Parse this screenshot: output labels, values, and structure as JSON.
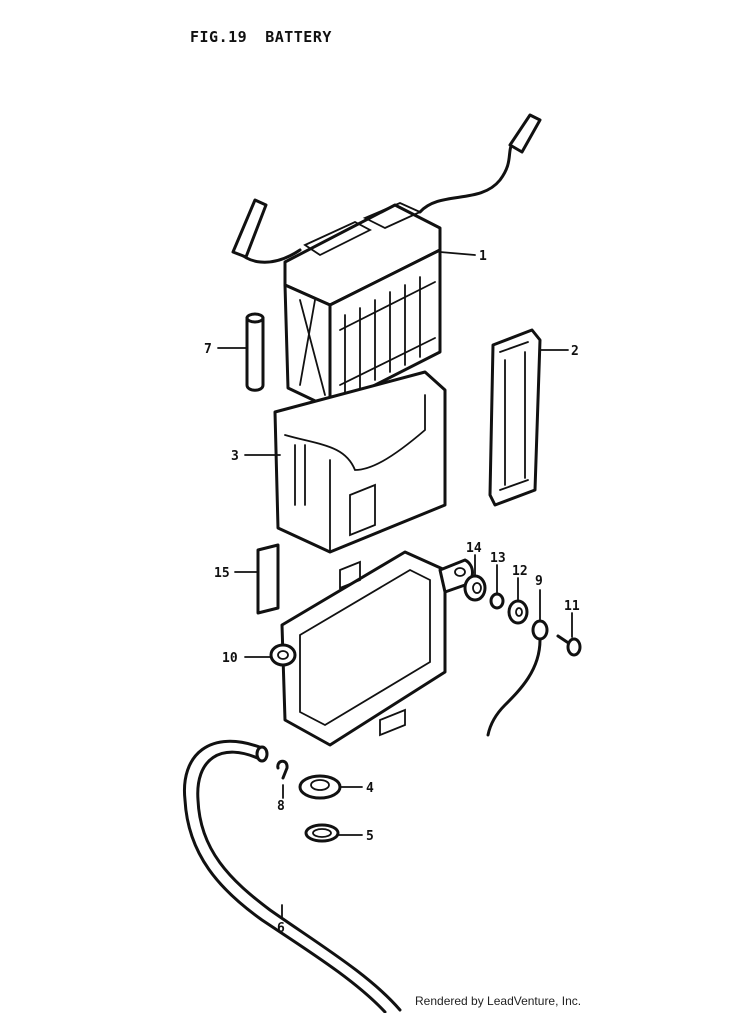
{
  "figure": {
    "fig_label": "FIG.19",
    "title": "BATTERY"
  },
  "callouts": [
    {
      "id": "1",
      "label": "1"
    },
    {
      "id": "2",
      "label": "2"
    },
    {
      "id": "3",
      "label": "3"
    },
    {
      "id": "4",
      "label": "4"
    },
    {
      "id": "5",
      "label": "5"
    },
    {
      "id": "6",
      "label": "6"
    },
    {
      "id": "7",
      "label": "7"
    },
    {
      "id": "8",
      "label": "8"
    },
    {
      "id": "9",
      "label": "9"
    },
    {
      "id": "10",
      "label": "10"
    },
    {
      "id": "11",
      "label": "11"
    },
    {
      "id": "12",
      "label": "12"
    },
    {
      "id": "13",
      "label": "13"
    },
    {
      "id": "14",
      "label": "14"
    },
    {
      "id": "15",
      "label": "15"
    }
  ],
  "credit": "Rendered by LeadVenture, Inc."
}
